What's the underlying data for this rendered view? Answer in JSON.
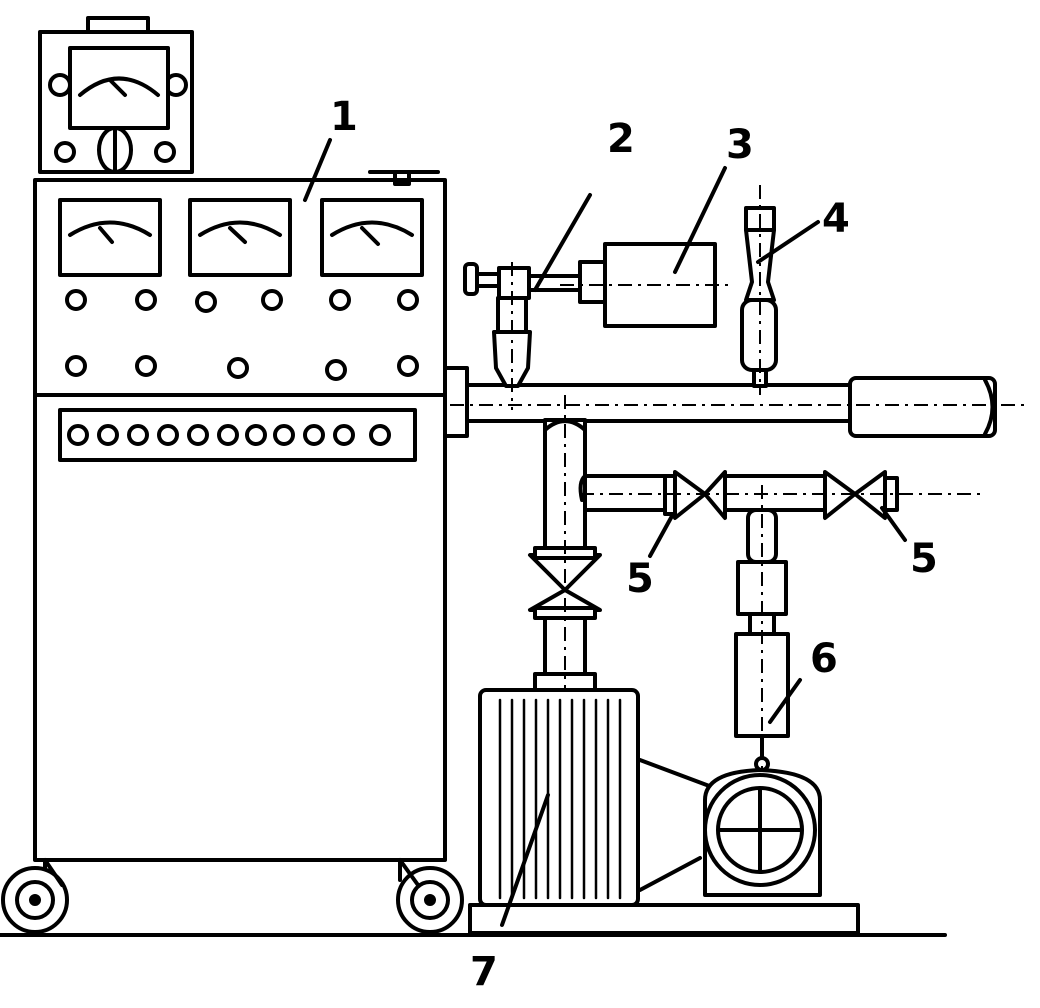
{
  "labels": {
    "l1": "1",
    "l2": "2",
    "l3": "3",
    "l4": "4",
    "l5a": "5",
    "l5b": "5",
    "l6": "6",
    "l7": "7"
  },
  "colors": {
    "ink": "#000000",
    "paper": "#ffffff"
  }
}
